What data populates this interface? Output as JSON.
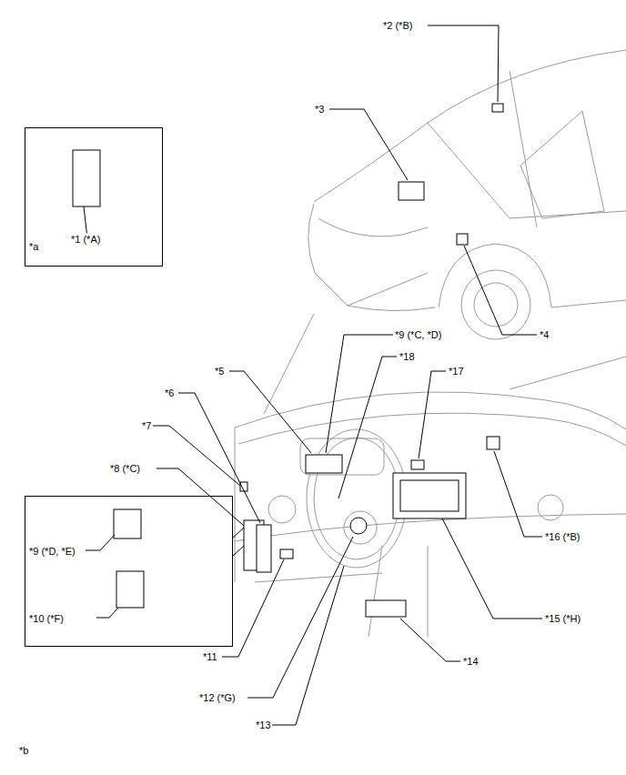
{
  "diagram": {
    "nodes": [
      {
        "text": [
          "*1 (*A)",
          "*a"
        ]
      },
      {
        "text": [
          "*9 (*D, *E)",
          "*10 (*F)"
        ]
      }
    ],
    "labels": [
      "*2 (*B)",
      "*3",
      "*4",
      "*9 (*C, *D)",
      "*18",
      "*5",
      "*17",
      "*6",
      "*7",
      "*8 (*C)",
      "*16 (*B)",
      "*15 (*H)",
      "*14",
      "*11",
      "*12 (*G)",
      "*13",
      "*b"
    ]
  }
}
